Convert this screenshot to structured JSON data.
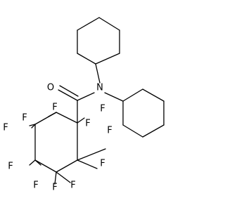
{
  "molecule": {
    "atoms": [
      {
        "id": "a1",
        "symbol": "O"
      },
      {
        "id": "a2",
        "symbol": "N"
      },
      {
        "id": "a3",
        "symbol": "F"
      },
      {
        "id": "a4",
        "symbol": "F"
      },
      {
        "id": "a5",
        "symbol": "F"
      },
      {
        "id": "a6",
        "symbol": "F"
      },
      {
        "id": "a7",
        "symbol": "F"
      },
      {
        "id": "a8",
        "symbol": "F"
      },
      {
        "id": "a9",
        "symbol": "F"
      },
      {
        "id": "a10",
        "symbol": "F"
      },
      {
        "id": "a11",
        "symbol": "F"
      },
      {
        "id": "a12",
        "symbol": "F"
      },
      {
        "id": "a13",
        "symbol": "F"
      }
    ]
  }
}
